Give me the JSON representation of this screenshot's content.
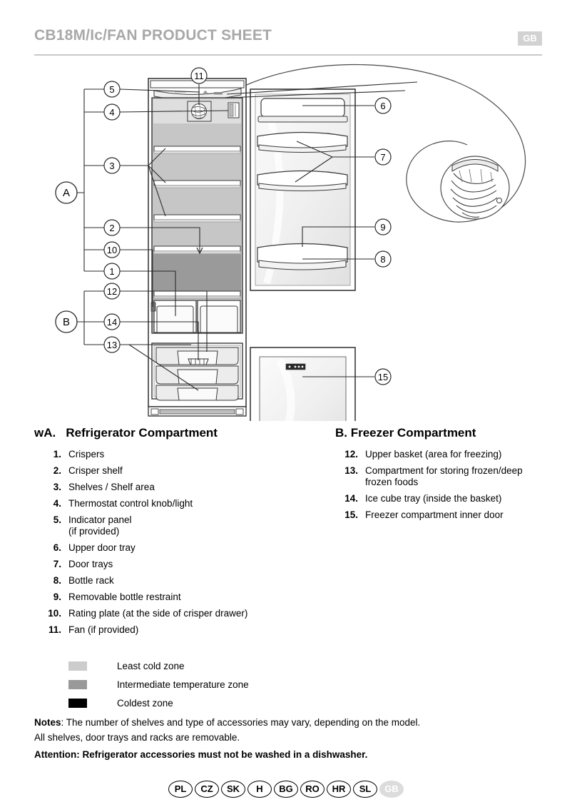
{
  "header": {
    "title": "CB18M/Ic/FAN PRODUCT SHEET",
    "lang_badge": "GB"
  },
  "columns": {
    "a": {
      "prefix": "wA.",
      "heading": "Refrigerator  Compartment",
      "items": [
        {
          "num": "1.",
          "text": "Crispers"
        },
        {
          "num": "2.",
          "text": "Crisper shelf"
        },
        {
          "num": "3.",
          "text": "Shelves / Shelf area"
        },
        {
          "num": "4.",
          "text": "Thermostat control knob/light"
        },
        {
          "num": "5.",
          "text": "Indicator panel\n(if provided)"
        },
        {
          "num": "6.",
          "text": "Upper door tray"
        },
        {
          "num": "7.",
          "text": "Door trays"
        },
        {
          "num": "8.",
          "text": "Bottle rack"
        },
        {
          "num": "9.",
          "text": "Removable bottle restraint"
        },
        {
          "num": "10.",
          "text": "Rating plate (at the side of crisper drawer)"
        },
        {
          "num": "11.",
          "text": "Fan (if provided)"
        }
      ]
    },
    "b": {
      "heading": "B. Freezer Compartment",
      "items": [
        {
          "num": "12.",
          "text": "Upper basket (area for freezing)"
        },
        {
          "num": "13.",
          "text": "Compartment for storing frozen/deep frozen foods"
        },
        {
          "num": "14.",
          "text": "Ice cube tray (inside the basket)"
        },
        {
          "num": "15.",
          "text": "Freezer compartment inner door"
        }
      ]
    }
  },
  "legend": [
    {
      "label": "Least cold zone",
      "color": "#cccccc"
    },
    {
      "label": "Intermediate temperature zone",
      "color": "#999999"
    },
    {
      "label": "Coldest zone",
      "color": "#000000"
    }
  ],
  "notes": {
    "notes_label": "Notes",
    "notes_line1": ": The number of shelves and type of accessories may vary, depending on the model.",
    "notes_line2": "All shelves, door trays and racks are removable.",
    "attention": "Attention: Refrigerator accessories must not be washed in a dishwasher."
  },
  "footer_languages": [
    {
      "code": "PL",
      "active": false
    },
    {
      "code": "CZ",
      "active": false
    },
    {
      "code": "SK",
      "active": false
    },
    {
      "code": "H",
      "active": false
    },
    {
      "code": "BG",
      "active": false
    },
    {
      "code": "RO",
      "active": false
    },
    {
      "code": "HR",
      "active": false
    },
    {
      "code": "SL",
      "active": false
    },
    {
      "code": "GB",
      "active": true
    }
  ],
  "diagram": {
    "group_labels": [
      "A",
      "B"
    ],
    "callouts": [
      "1",
      "2",
      "3",
      "4",
      "5",
      "6",
      "7",
      "8",
      "9",
      "10",
      "11",
      "12",
      "13",
      "14",
      "15"
    ],
    "colors": {
      "outline": "#3a3a3a",
      "least_cold_zone": "#c6c6c6",
      "intermediate_zone": "#9a9a9a",
      "panel_fill": "#ededed",
      "door_fill": "#f2f2f2",
      "shelf_fill": "#ffffff"
    }
  }
}
